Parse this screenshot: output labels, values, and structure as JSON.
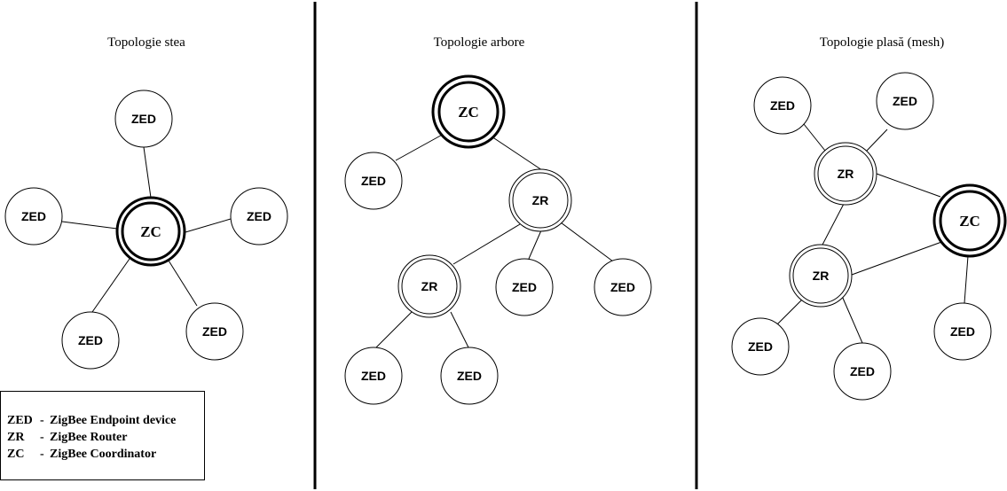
{
  "panels": [
    {
      "id": "star",
      "title": "Topologie stea"
    },
    {
      "id": "tree",
      "title": "Topologie arbore"
    },
    {
      "id": "mesh",
      "title": "Topologie plasă (mesh)"
    }
  ],
  "node_labels": {
    "ZED": "ZED",
    "ZR": "ZR",
    "ZC": "ZC"
  },
  "legend": {
    "rows": [
      {
        "abbr": "ZED",
        "sep": "-",
        "desc": "ZigBee Endpoint device"
      },
      {
        "abbr": "ZR",
        "sep": "-",
        "desc": "ZigBee Router"
      },
      {
        "abbr": "ZC",
        "sep": "-",
        "desc": "ZigBee Coordinator"
      }
    ]
  }
}
